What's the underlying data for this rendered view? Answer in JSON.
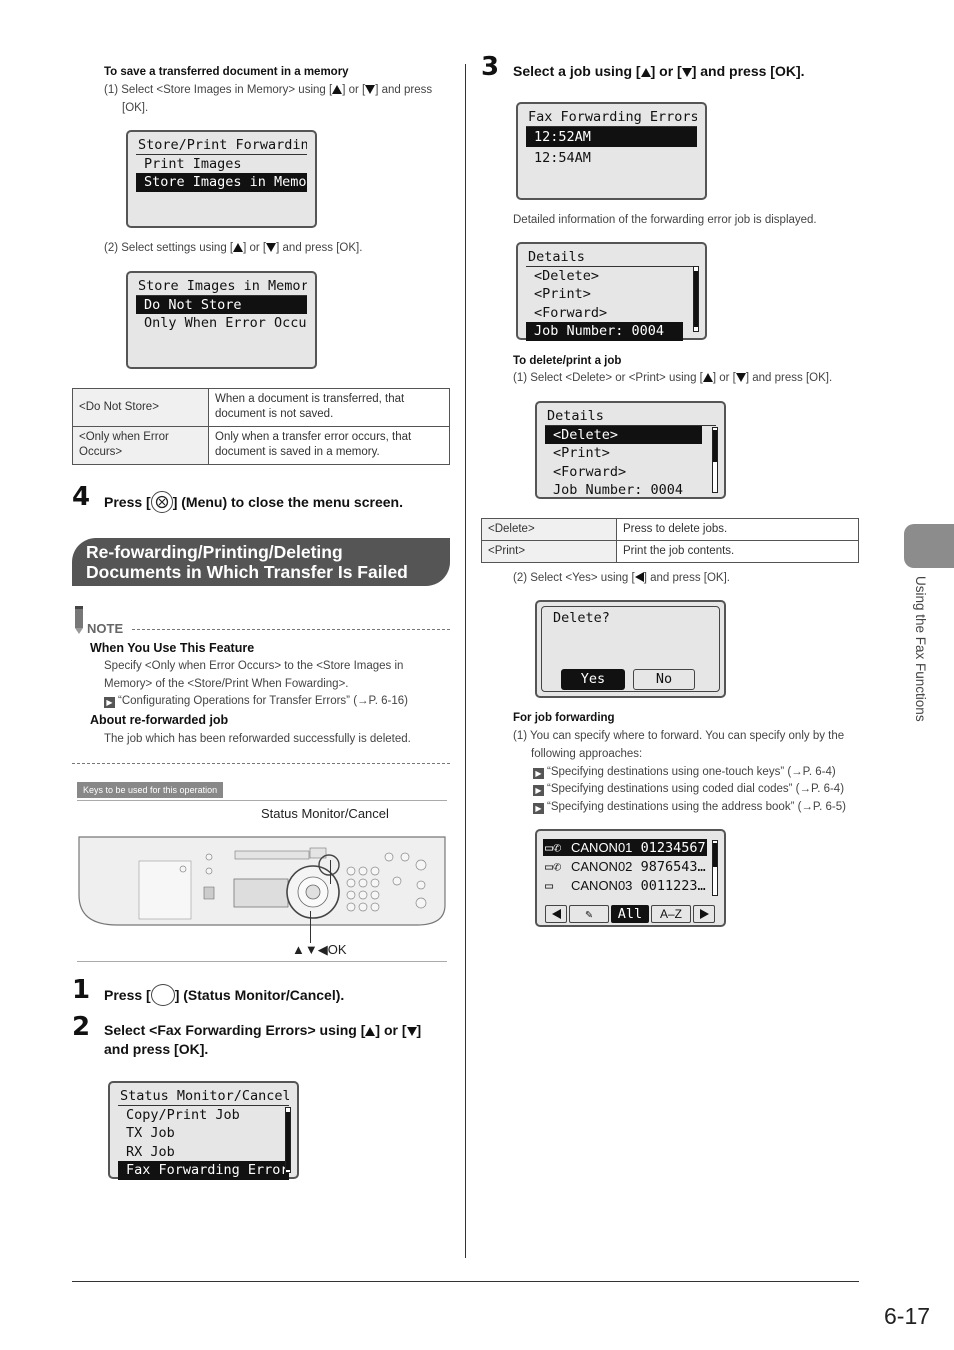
{
  "left": {
    "save_title": "To save a transferred document in a memory",
    "save_step1": "(1)  Select <Store Images in Memory> using [",
    "save_step1_mid": "] or [",
    "save_step1_end": "] and press",
    "save_step1_ok": "[OK].",
    "lcd1": {
      "title": "Store/Print Forwarding",
      "rows": [
        "Print Images",
        "Store Images in Memor"
      ]
    },
    "save_step2": "(2)  Select settings using [",
    "save_step2_mid": "] or [",
    "save_step2_end": "] and press [OK].",
    "lcd2": {
      "title": "Store Images in Memory",
      "rows": [
        "Do Not Store",
        "Only When Error Occu…"
      ]
    },
    "table": [
      {
        "key": "<Do Not Store>",
        "value": "When a document is transferred, that document is not saved."
      },
      {
        "key": "<Only when Error Occurs>",
        "value": "Only when a transfer error occurs, that document is saved in a memory."
      }
    ],
    "step4_num": "4",
    "step4_pre": "Press [",
    "step4_post": "] (Menu) to close the menu screen.",
    "section_heading_line1": "Re-fowarding/Printing/Deleting",
    "section_heading_line2": "Documents in Which Transfer Is Failed",
    "note_label": "NOTE",
    "note1_title": "When You Use This Feature",
    "note1_text1": "Specify <Only when Error Occurs> to the <Store Images in",
    "note1_text2": "Memory> of the <Store/Print When Fowarding>.",
    "note1_ref": "“Configurating Operations for Transfer Errors” (→P. 6-16)",
    "note2_title": "About re-forwarded job",
    "note2_text": "The job which has been reforwarded successfully is deleted.",
    "keys_label": "Keys to be used for this operation",
    "panel_label_top": "Status Monitor/Cancel",
    "panel_label_bottom": "▲▼◀OK",
    "step1_num": "1",
    "step1_pre": "Press [",
    "step1_post": "] (Status Monitor/Cancel).",
    "step2_num": "2",
    "step2_line1_pre": "Select <Fax Forwarding Errors> using [",
    "step2_line1_mid": "] or [",
    "step2_line1_end": "]",
    "step2_line2": "and press [OK].",
    "lcd3": {
      "title": "Status Monitor/Cancel",
      "rows": [
        "Copy/Print Job",
        "TX Job",
        "RX Job",
        "Fax Forwarding Error"
      ]
    }
  },
  "right": {
    "step3_num": "3",
    "step3_pre": "Select a job using [",
    "step3_mid": "] or [",
    "step3_end": "] and press [OK].",
    "lcd4": {
      "title": "Fax Forwarding Errors",
      "rows": [
        "12:52AM",
        "12:54AM"
      ]
    },
    "detail_note": "Detailed information of the forwarding error job is displayed.",
    "lcd5": {
      "title": "Details",
      "rows": [
        "<Delete>",
        "<Print>",
        "<Forward>",
        "Job Number: 0004"
      ]
    },
    "delete_title": "To delete/print a job",
    "delete_step1_pre": "(1)  Select <Delete> or <Print> using [",
    "delete_step1_mid": "] or [",
    "delete_step1_end": "] and press [OK].",
    "lcd6": {
      "title": "Details",
      "rows": [
        "<Delete>",
        "<Print>",
        "<Forward>",
        "Job Number: 0004"
      ]
    },
    "table": [
      {
        "key": "<Delete>",
        "value": "Press to delete jobs."
      },
      {
        "key": "<Print>",
        "value": "Print the job contents."
      }
    ],
    "delete_step2_pre": "(2)  Select <Yes> using [",
    "delete_step2_end": "] and press [OK].",
    "lcd7": {
      "title": "Delete?",
      "yes": "Yes",
      "no": "No"
    },
    "forward_title": "For job forwarding",
    "forward_step1_line1": "(1)  You can specify where to forward. You can specify only by the",
    "forward_step1_line2": "following approaches:",
    "forward_refs": [
      "“Specifying destinations using one-touch keys” (→P. 6-4)",
      "“Specifying destinations using coded dial codes” (→P. 6-4)",
      "“Specifying destinations using the address book” (→P. 6-5)"
    ],
    "lcd8": {
      "rows": [
        {
          "name": "CANON01",
          "number": "01234567"
        },
        {
          "name": "CANON02",
          "number": "9876543…"
        },
        {
          "name": "CANON03",
          "number": "0011223…"
        }
      ],
      "btn_all": "All",
      "btn_az": "A–Z"
    }
  },
  "side_tab": "Using the Fax Functions",
  "page_number": "6-17"
}
